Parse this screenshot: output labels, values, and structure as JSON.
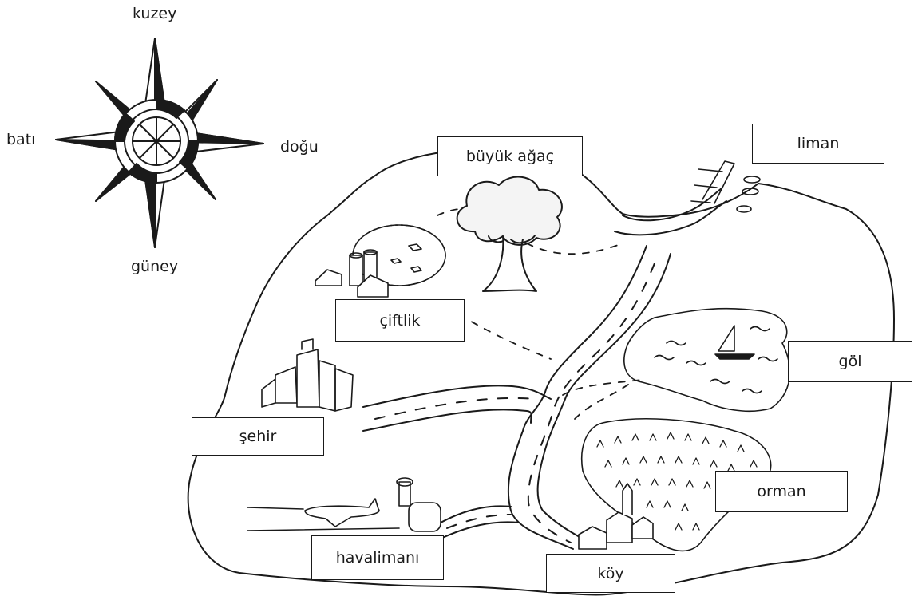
{
  "compass": {
    "north": "kuzey",
    "south": "güney",
    "west": "batı",
    "east": "doğu"
  },
  "places": {
    "harbor": "liman",
    "big_tree": "büyük ağaç",
    "farm": "çiftlik",
    "lake": "göl",
    "city": "şehir",
    "forest": "orman",
    "airport": "havalimanı",
    "village": "köy"
  },
  "colors": {
    "ink": "#1a1a1a",
    "paper": "#ffffff",
    "tree_fill": "#f4f4f4"
  },
  "icons": [
    "compass-rose-icon",
    "tree-icon",
    "sailboat-icon",
    "airplane-icon",
    "silo-icon",
    "skyscraper-icon",
    "pine-tree-icon",
    "house-icon",
    "pier-icon"
  ]
}
